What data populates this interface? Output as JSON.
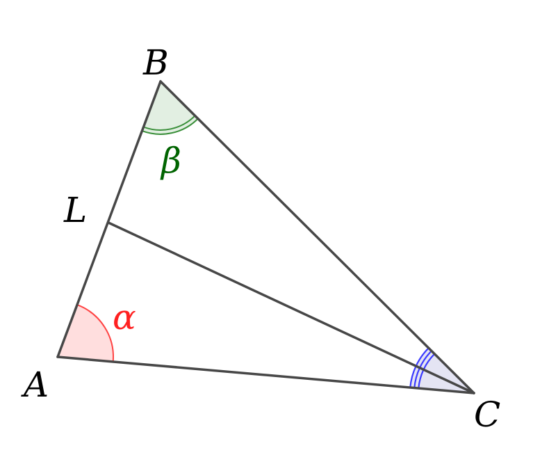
{
  "points": {
    "A": "A",
    "B": "B",
    "C": "C",
    "L": "L"
  },
  "angles": {
    "alpha": "α",
    "beta": "β"
  },
  "colors": {
    "line": "#4a4a4a",
    "alpha": "#ff3333",
    "beta": "#2e8b2e",
    "beta_label": "#006400",
    "gamma": "#3333ff"
  }
}
